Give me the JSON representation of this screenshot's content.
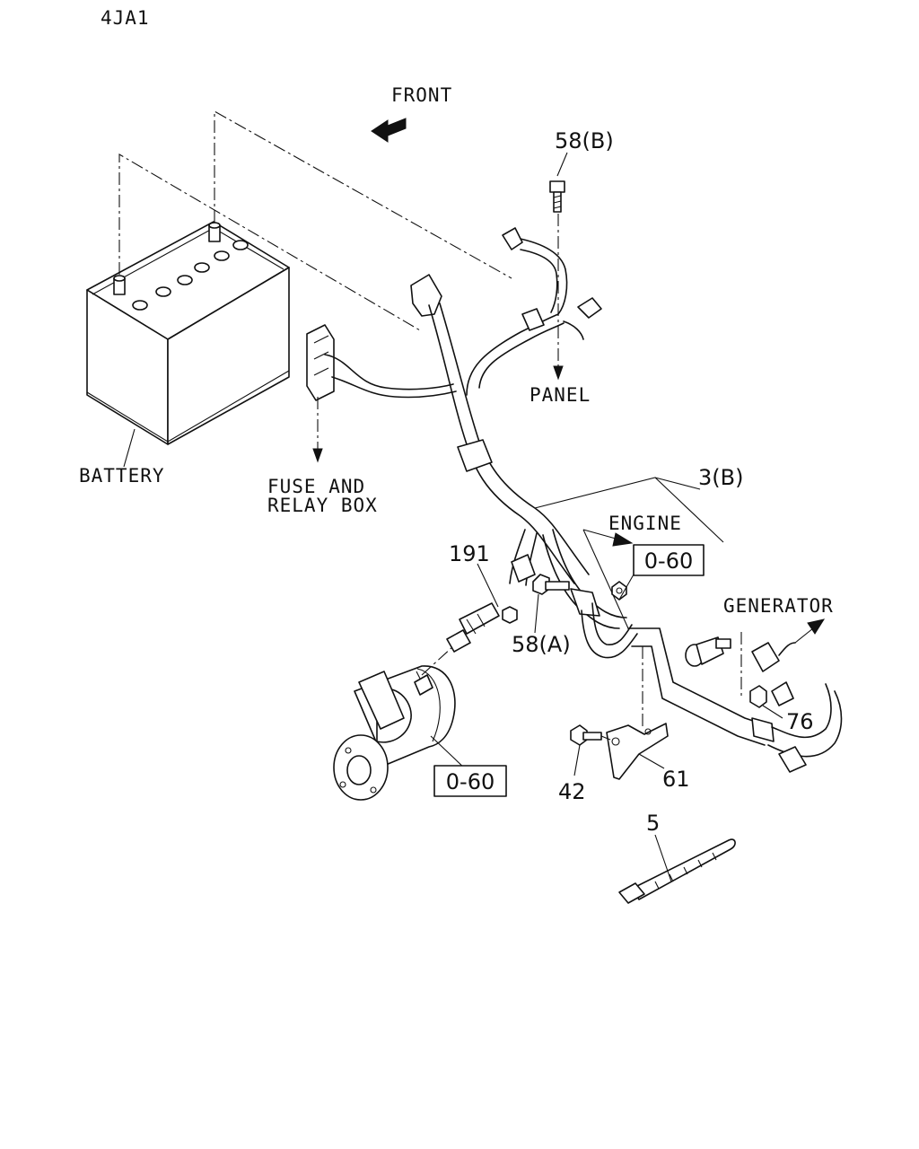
{
  "model_code": "4JA1",
  "labels": {
    "front": "FRONT",
    "battery": "BATTERY",
    "fuse_line1": "FUSE AND",
    "fuse_line2": "RELAY BOX",
    "panel": "PANEL",
    "engine": "ENGINE",
    "generator": "GENERATOR"
  },
  "callouts": {
    "p58b": "58(B)",
    "p3b": "3(B)",
    "p191": "191",
    "p58a": "58(A)",
    "p76": "76",
    "p42": "42",
    "p61": "61",
    "p5": "5"
  },
  "refs": {
    "engine_ref": "0-60",
    "starter_ref": "0-60"
  }
}
